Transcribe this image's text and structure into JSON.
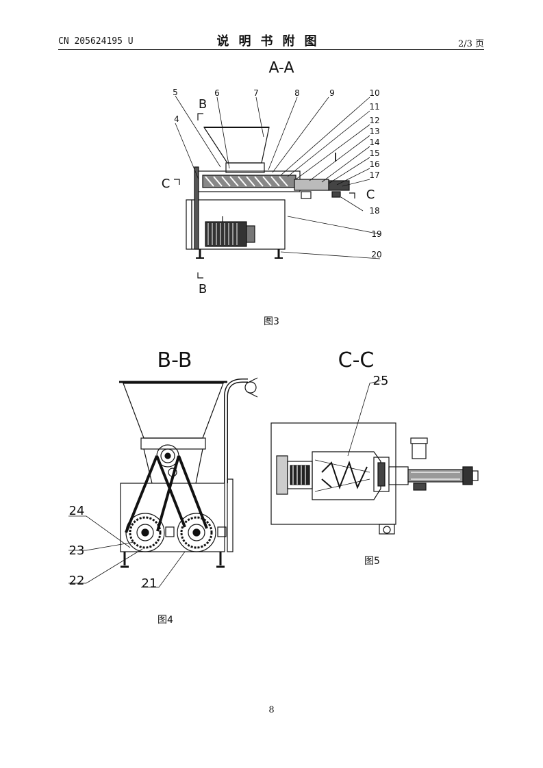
{
  "header": {
    "patent_number": "CN 205624195 U",
    "title": "说明书附图",
    "page_of": "2/3 页"
  },
  "figure3": {
    "section_label": "A-A",
    "caption": "图3",
    "cut_labels": [
      "B",
      "B",
      "C",
      "C"
    ],
    "detail_label": "I",
    "callouts": [
      "4",
      "5",
      "6",
      "7",
      "8",
      "9",
      "10",
      "11",
      "12",
      "13",
      "14",
      "15",
      "16",
      "17",
      "18",
      "19",
      "20"
    ]
  },
  "figure4": {
    "section_label": "B-B",
    "caption": "图4",
    "callouts": [
      "24",
      "23",
      "22",
      "21"
    ]
  },
  "figure5": {
    "section_label": "C-C",
    "caption": "图5",
    "callouts": [
      "25"
    ]
  },
  "footer": {
    "page_number": "8"
  }
}
